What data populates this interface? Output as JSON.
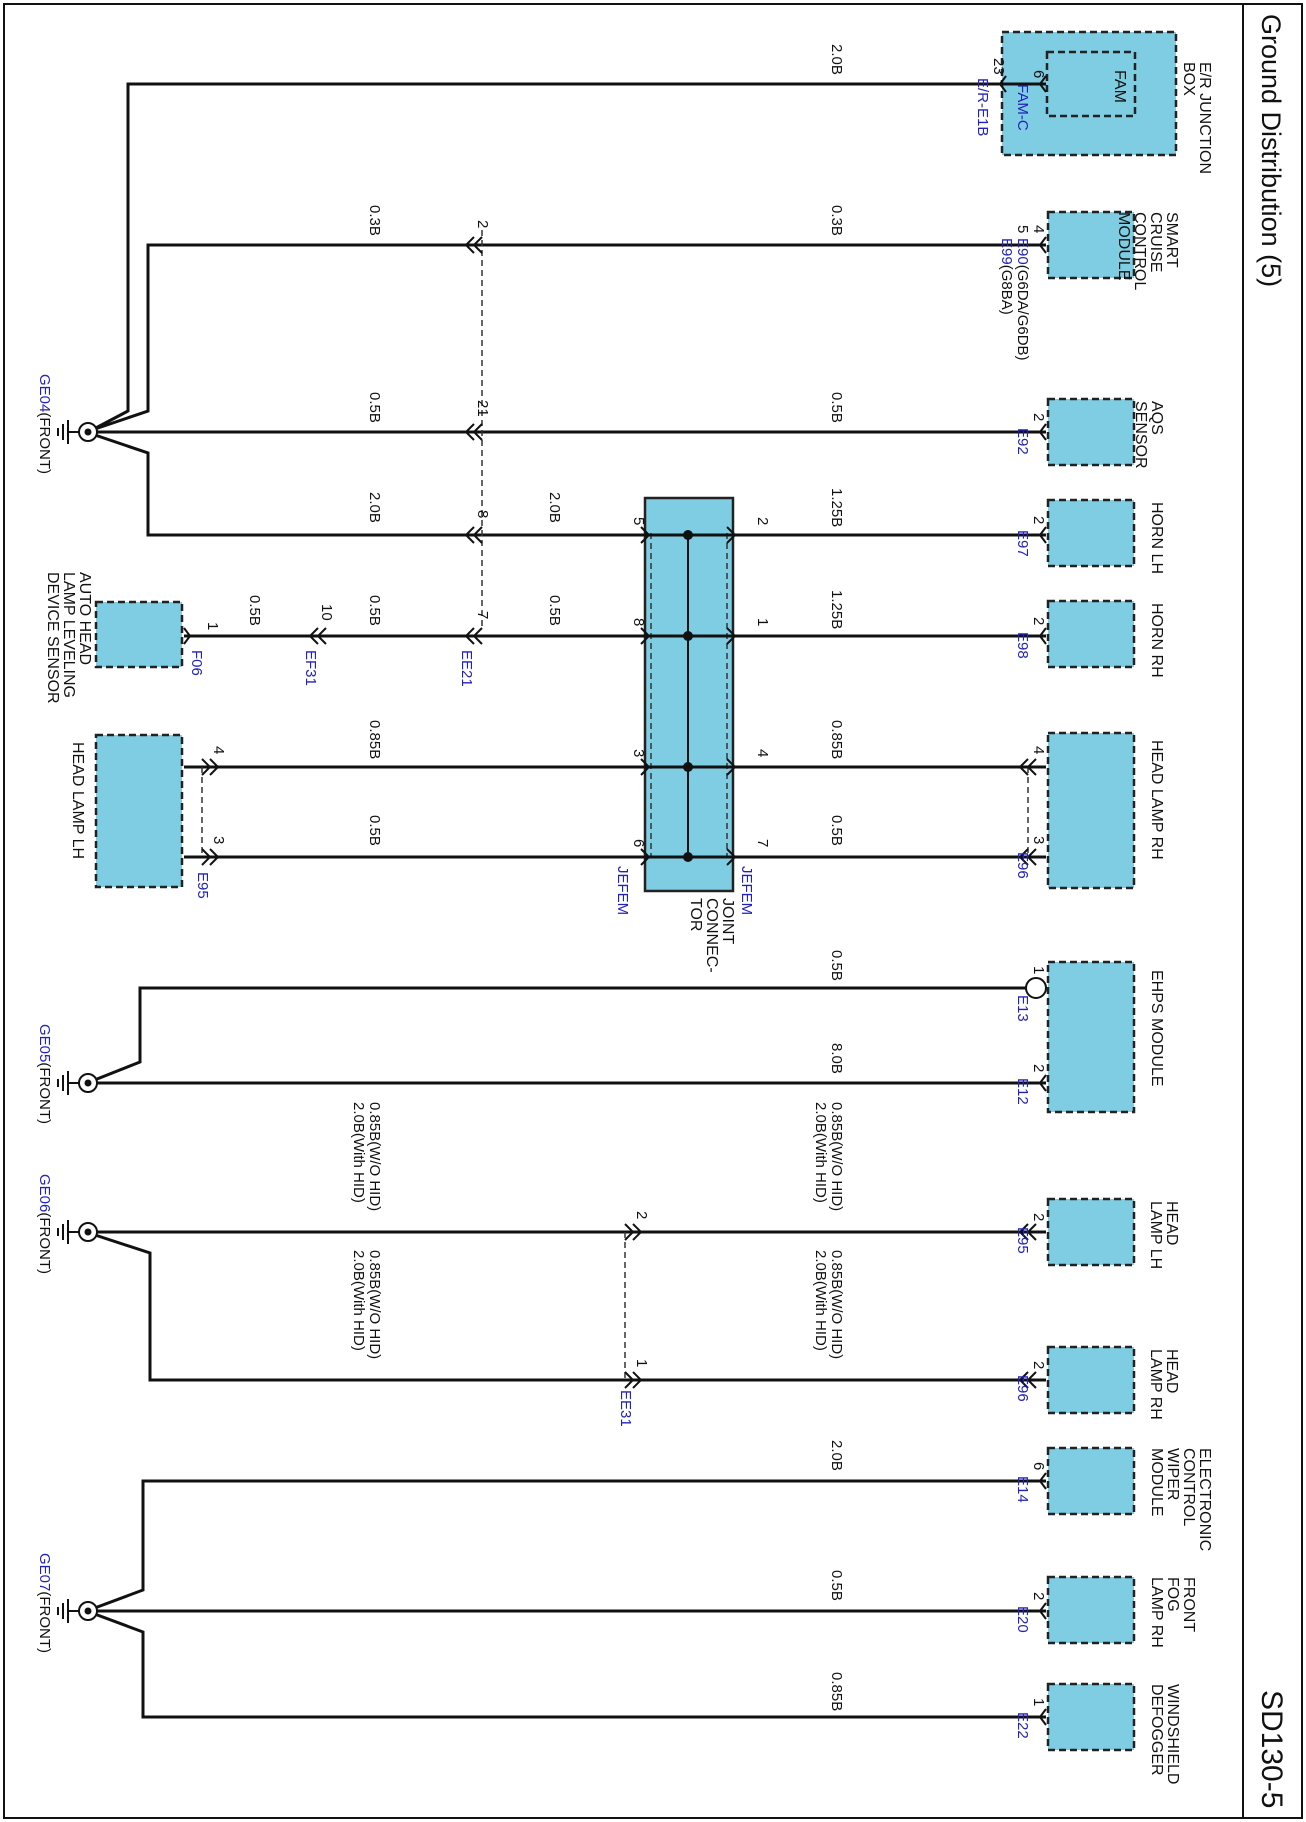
{
  "title": "Ground Distribution (5)",
  "sheet": "SD130-5",
  "components": {
    "er_box_1": "E/R JUNCTION",
    "er_box_2": "BOX",
    "fam": "FAM",
    "scc_1": "SMART",
    "scc_2": "CRUISE",
    "scc_3": "CONTROL",
    "scc_4": "MODULE",
    "aqs_1": "AQS",
    "aqs_2": "SENSOR",
    "horn_lh": "HORN LH",
    "horn_rh": "HORN RH",
    "head_lamp_rh": "HEAD LAMP RH",
    "head_lamp_lh": "HEAD LAMP LH",
    "ahls_1": "AUTO HEAD",
    "ahls_2": "LAMP LEVELING",
    "ahls_3": "DEVICE SENSOR",
    "joint_1": "JOINT",
    "joint_2": "CONNEC-",
    "joint_3": "TOR",
    "ehps": "EHPS MODULE",
    "hl_lh_1": "HEAD",
    "hl_lh_2": "LAMP LH",
    "hl_rh_1": "HEAD",
    "hl_rh_2": "LAMP RH",
    "ecwm_1": "ELECTRONIC",
    "ecwm_2": "CONTROL",
    "ecwm_3": "WIPER",
    "ecwm_4": "MODULE",
    "ffl_1": "FRONT",
    "ffl_2": "FOG",
    "ffl_3": "LAMP RH",
    "wd_1": "WINDSHIELD",
    "wd_2": "DEFOGGER"
  },
  "connectors": {
    "fam_c": "FAM-C",
    "er_e1b": "E/R-E1B",
    "e90": "E90",
    "e90_note": "(G6DA/G6DB)",
    "e99": "E99",
    "e99_note": "(G8BA)",
    "e92": "E92",
    "e97": "E97",
    "e98": "E98",
    "e96": "E96",
    "e95": "E95",
    "jefem": "JEFEM",
    "f06": "F06",
    "ef31": "EF31",
    "ee21": "EE21",
    "e13": "E13",
    "e12": "E12",
    "ee31": "EE31",
    "e14": "E14",
    "e20": "E20",
    "e22": "E22"
  },
  "pins": {
    "p1": "1",
    "p2": "2",
    "p3": "3",
    "p4": "4",
    "p5": "5",
    "p6": "6",
    "p7": "7",
    "p8": "8",
    "p10": "10",
    "p21": "21",
    "p23": "23"
  },
  "wires": {
    "w20": "2.0B",
    "w03": "0.3B",
    "w05": "0.5B",
    "w125": "1.25B",
    "w085": "0.85B",
    "w80": "8.0B",
    "w085_wo": "0.85B(W/O HID)",
    "w20_with": "2.0B(With HID)"
  },
  "grounds": {
    "ge04": "GE04",
    "ge05": "GE05",
    "ge06": "GE06",
    "ge07": "GE07",
    "front": "(FRONT)"
  }
}
